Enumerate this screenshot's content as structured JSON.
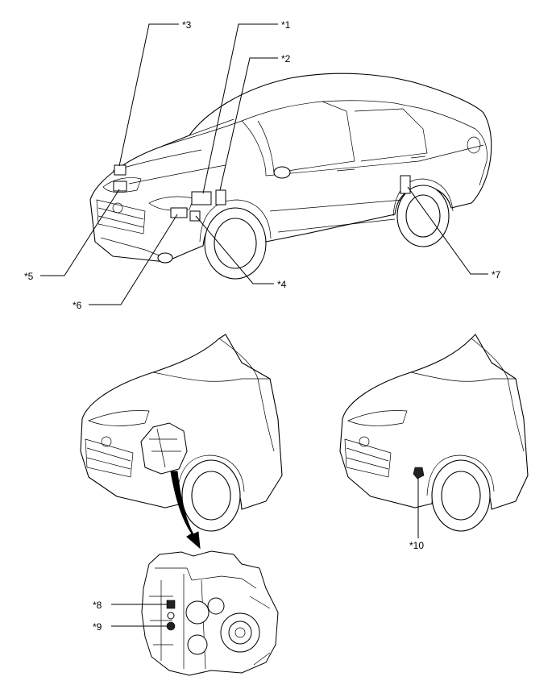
{
  "callouts": {
    "c1": "*1",
    "c2": "*2",
    "c3": "*3",
    "c4": "*4",
    "c5": "*5",
    "c6": "*6",
    "c7": "*7",
    "c8": "*8",
    "c9": "*9",
    "c10": "*10"
  }
}
